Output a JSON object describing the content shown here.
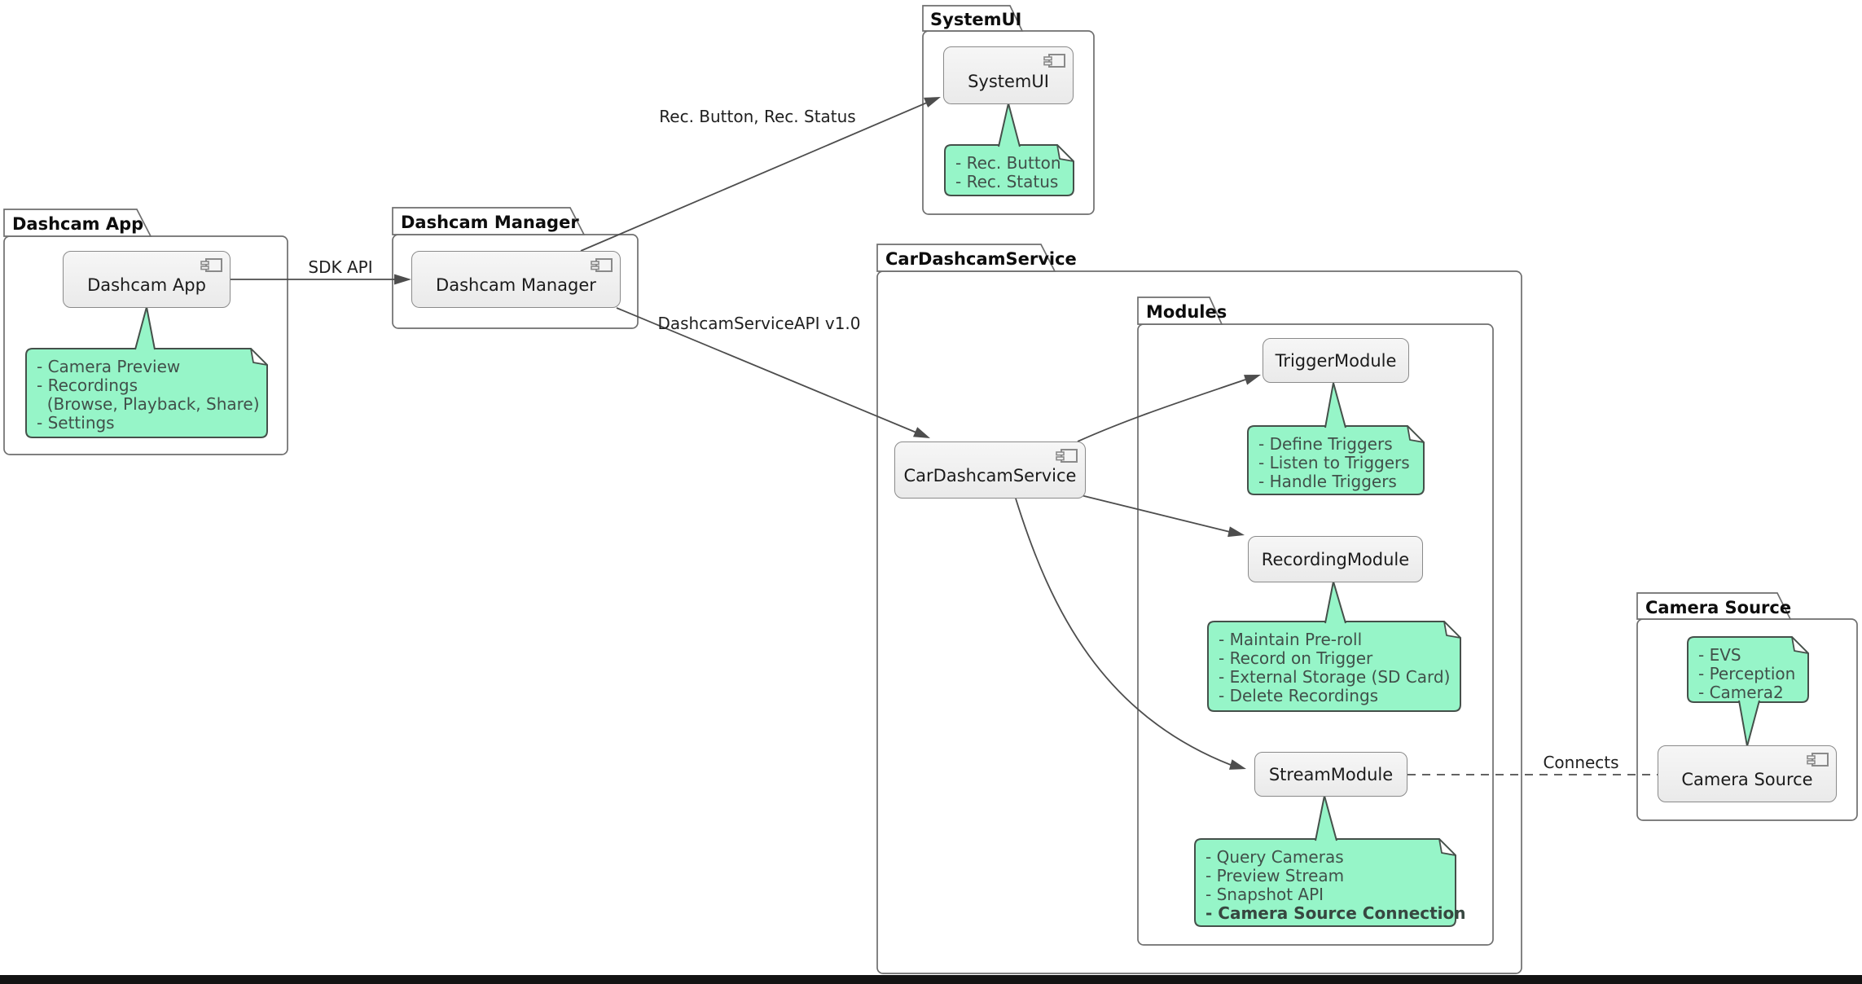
{
  "packages": {
    "dashcam_app": {
      "title": "Dashcam App"
    },
    "dashcam_manager": {
      "title": "Dashcam Manager"
    },
    "systemui": {
      "title": "SystemUI"
    },
    "car_dashcam_service": {
      "title": "CarDashcamService"
    },
    "modules": {
      "title": "Modules"
    },
    "camera_source": {
      "title": "Camera Source"
    }
  },
  "components": {
    "dashcam_app": {
      "label": "Dashcam App"
    },
    "dashcam_manager": {
      "label": "Dashcam Manager"
    },
    "systemui": {
      "label": "SystemUI"
    },
    "car_dashcam_service": {
      "label": "CarDashcamService"
    },
    "trigger_module": {
      "label": "TriggerModule"
    },
    "recording_module": {
      "label": "RecordingModule"
    },
    "stream_module": {
      "label": "StreamModule"
    },
    "camera_source": {
      "label": "Camera Source"
    }
  },
  "notes": {
    "dashcam_app": {
      "lines": [
        "- Camera Preview",
        "- Recordings",
        "  (Browse, Playback, Share)",
        "- Settings"
      ]
    },
    "systemui": {
      "lines": [
        "- Rec. Button",
        "- Rec. Status"
      ]
    },
    "trigger": {
      "lines": [
        "- Define Triggers",
        "- Listen to Triggers",
        "- Handle Triggers"
      ]
    },
    "recording": {
      "lines": [
        "- Maintain Pre-roll",
        "- Record on Trigger",
        "- External Storage (SD Card)",
        "- Delete Recordings"
      ]
    },
    "stream": {
      "lines": [
        "- Query Cameras",
        "- Preview Stream",
        "- Snapshot API",
        "- Camera Source Connection"
      ]
    },
    "camera_source": {
      "lines": [
        "- EVS",
        "- Perception",
        "- Camera2"
      ]
    }
  },
  "edges": {
    "sdk_api": {
      "label": "SDK API"
    },
    "rec_ui": {
      "label": "Rec. Button, Rec. Status"
    },
    "service_api": {
      "label": "DashcamServiceAPI v1.0"
    },
    "connects": {
      "label": "Connects"
    }
  },
  "colors": {
    "note_fill": "#96F5C8",
    "note_border": "#45504a",
    "component_fill": "#F0F0F0",
    "component_border": "#8A8A8A",
    "package_border": "#6E6E6E",
    "edge_line": "#4D4D4D",
    "bottom_bar": "#131313"
  }
}
